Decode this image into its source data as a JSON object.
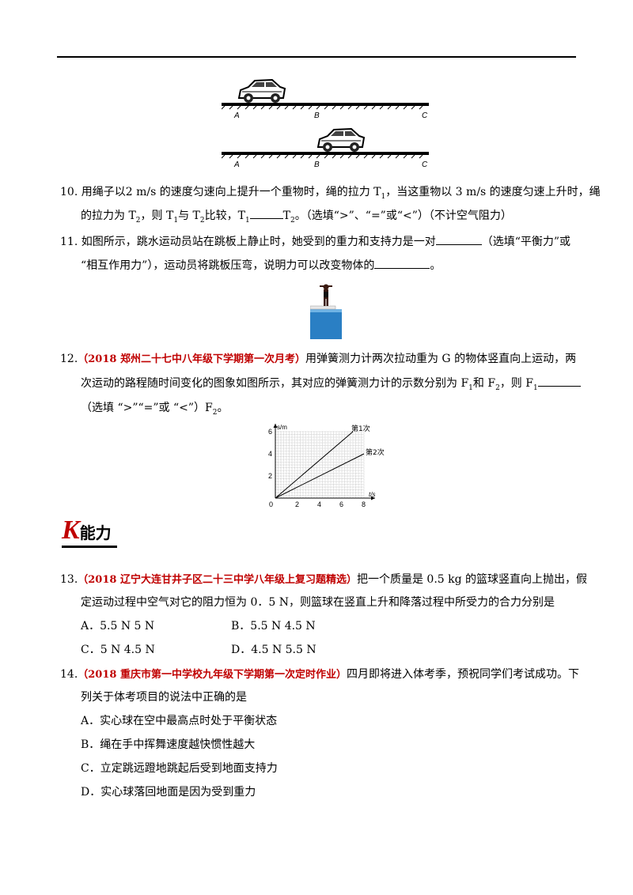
{
  "car_figure": {
    "labels": [
      "A",
      "B",
      "C"
    ]
  },
  "q10": {
    "line1": "10. 用绳子以2  m/s 的速度匀速向上提升一个重物时，绳的拉力 T",
    "line1_sub": "1",
    "line1_rest": "，当这重物以 3  m/s 的速度匀速上升时，绳",
    "line2_a": "的拉力为 T",
    "line2_b": "，则 T",
    "line2_c": "与 T",
    "line2_d": "比较，T",
    "line2_e": "T",
    "line2_f": "。（选填“>”、“=”或“<”）（不计空气阻力）",
    "sub1": "1",
    "sub2": "2"
  },
  "q11": {
    "line1": "11. 如图所示，跳水运动员站在跳板上静止时，她受到的重力和支持力是一对",
    "line1_end": "（选填“平衡力”或",
    "line2": "“相互作用力”），运动员将跳板压弯，说明力可以改变物体的",
    "line2_end": "。"
  },
  "q12": {
    "number": "12.",
    "source": "（2018 郑州二十七中八年级下学期第一次月考）",
    "line1_rest": "用弹簧测力计两次拉动重为 G 的物体竖直向上运动，两",
    "line2": "次运动的路程随时间变化的图象如图所示，其对应的弹簧测力计的示数分别为 F",
    "line2_b": "和 F",
    "line2_c": "，则 F",
    "line3": "（选填 “>”“=”或 “<”）F",
    "line3_end": "。",
    "sub1": "1",
    "sub2": "2"
  },
  "chart_data": {
    "type": "line",
    "ylabel": "s/m",
    "xlabel": "t/s",
    "xlim": [
      0,
      8
    ],
    "ylim": [
      0,
      6
    ],
    "x_ticks": [
      "0",
      "2",
      "4",
      "6",
      "8"
    ],
    "y_ticks": [
      "2",
      "4",
      "6"
    ],
    "grid": true,
    "series": [
      {
        "name": "第1次",
        "x": [
          0,
          7
        ],
        "y": [
          0,
          6
        ]
      },
      {
        "name": "第2次",
        "x": [
          0,
          8
        ],
        "y": [
          0,
          4
        ]
      }
    ]
  },
  "section_k": {
    "letter": "K",
    "title": "能力"
  },
  "q13": {
    "number": "13.",
    "source": "（2018 辽宁大连甘井子区二十三中学八年级上复习题精选）",
    "line1_rest": "把一个质量是 0.5 kg 的篮球竖直向上抛出，假",
    "line2": "定运动过程中空气对它的阻力恒为 0．5 N，则篮球在竖直上升和降落过程中所受力的合力分别是",
    "options": [
      "A．5.5 N   5 N",
      "B．5.5 N   4.5 N",
      "C．5 N   4.5 N",
      "D．4.5 N   5.5 N"
    ]
  },
  "q14": {
    "number": "14.",
    "source": "（2018 重庆市第一中学校九年级下学期第一次定时作业）",
    "line1_rest": "四月即将进入体考季，预祝同学们考试成功。下",
    "line2": "列关于体考项目的说法中正确的是",
    "options": [
      "A．实心球在空中最高点时处于平衡状态",
      "B．绳在手中挥舞速度越快惯性越大",
      "C．立定跳远蹬地跳起后受到地面支持力",
      "D．实心球落回地面是因为受到重力"
    ]
  }
}
